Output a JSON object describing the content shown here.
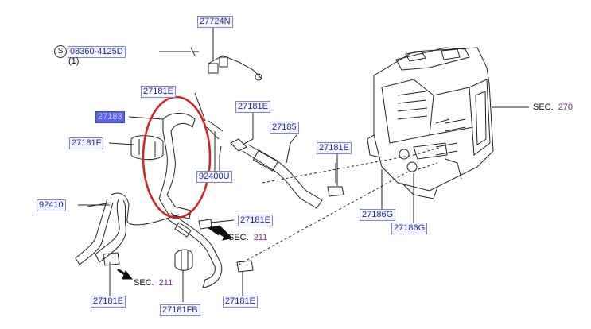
{
  "labels": {
    "p27724N": "27724N",
    "p08360": "08360-4125D",
    "qty1": "(1)",
    "s_badge": "S",
    "p27181E_a": "27181E",
    "p27183": "27183",
    "p27181F": "27181F",
    "p27181E_b": "27181E",
    "p27185": "27185",
    "p27181E_c": "27181E",
    "p92400U": "92400U",
    "p92410": "92410",
    "p27181E_d": "27181E",
    "p27186G_a": "27186G",
    "p27186G_b": "27186G",
    "p27181E_e": "27181E",
    "p27181FB": "27181FB",
    "p27181E_f": "27181E"
  },
  "sections": {
    "sec270": {
      "prefix": "SEC.",
      "num": "270"
    },
    "sec211a": {
      "prefix": "SEC.",
      "num": "211"
    },
    "sec211b": {
      "prefix": "SEC.",
      "num": "211"
    }
  },
  "colors": {
    "highlight_ellipse": "#d81e1e",
    "label_text": "#1f2a9c",
    "selected_label_bg": "#5a63e6",
    "line": "#222222"
  }
}
